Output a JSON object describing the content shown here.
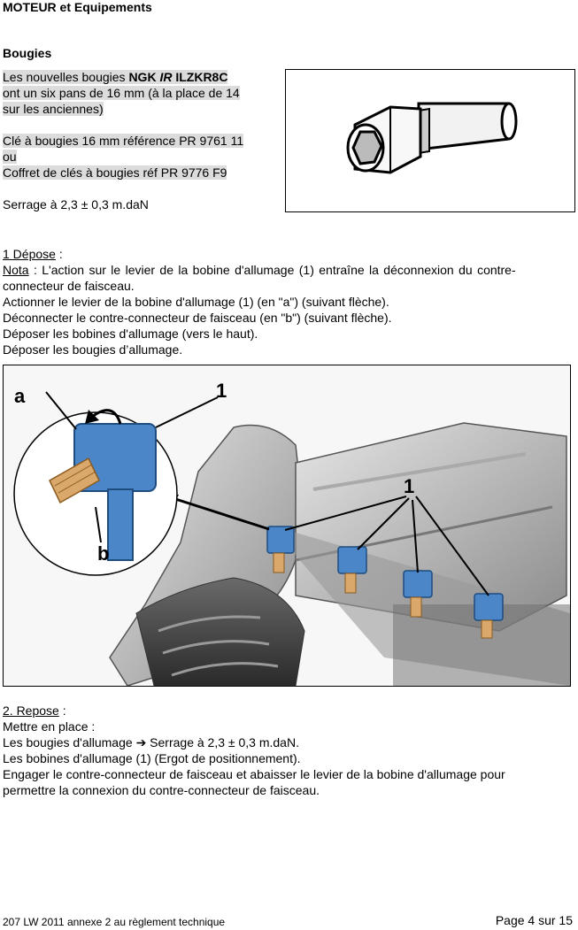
{
  "header": {
    "title": "MOTEUR et Equipements"
  },
  "bougies": {
    "title": "Bougies",
    "intro_l1_pre": "Les nouvelles bougies ",
    "intro_l1_ngk": "NGK",
    "intro_l1_ir": "IR",
    "intro_l1_ref": "ILZKR8C",
    "intro_l2": "ont un six pans de 16 mm (à la place de 14",
    "intro_l3": "sur les anciennes)",
    "tool_l1": "Clé à bougies 16 mm référence PR 9761 11",
    "tool_l2": "ou",
    "tool_l3": "Coffret de clés à bougies réf PR 9776 F9",
    "torque": "Serrage à 2,3 ± 0,3 m.daN"
  },
  "depose": {
    "heading": "1 Dépose",
    "heading_suffix": " :",
    "nota_label": "Nota",
    "nota_l1": " : L'action sur le levier de la bobine d'allumage (1) entraîne la déconnexion du contre-",
    "nota_l2": "connecteur de faisceau.",
    "step1": "Actionner le levier de la bobine d'allumage (1)   (en \"a\")   (suivant flèche).",
    "step2": "Déconnecter le contre-connecteur de faisceau   (en \"b\")   (suivant flèche).",
    "step3": "Déposer les bobines d'allumage   (vers le haut).",
    "step4": "Déposer les bougies d’allumage."
  },
  "figure": {
    "label_a": "a",
    "label_b": "b",
    "label_1_left": "1",
    "label_1_right": "1"
  },
  "repose": {
    "heading": "2. Repose",
    "heading_suffix": " :",
    "l1": "Mettre en place :",
    "l2_pre": "Les bougies d'allumage ",
    "l2_arrow": "➔",
    "l2_post": " Serrage à 2,3 ± 0,3 m.daN.",
    "l3": "Les bobines d'allumage (1) (Ergot de positionnement).",
    "l4": "Engager le contre-connecteur de faisceau et abaisser le levier de la bobine d'allumage pour",
    "l5": "permettre la connexion du contre-connecteur de faisceau."
  },
  "footer": {
    "left": "207 LW 2011 annexe 2 au règlement technique",
    "right": "Page 4 sur 15"
  }
}
